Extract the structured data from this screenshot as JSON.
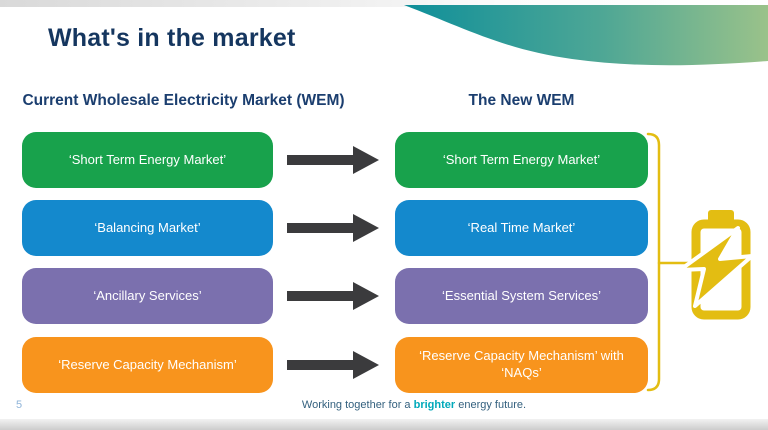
{
  "slide": {
    "title": "What's in the market",
    "page_number": "5"
  },
  "headings": {
    "left": "Current Wholesale Electricity Market (WEM)",
    "right": "The New WEM"
  },
  "rows": [
    {
      "left": "‘Short Term Energy Market’",
      "right": "‘Short Term Energy Market’",
      "color": "#18a24c"
    },
    {
      "left": "‘Balancing Market’",
      "right": "‘Real Time Market’",
      "color": "#1489cd"
    },
    {
      "left": "‘Ancillary Services’",
      "right": "‘Essential System Services’",
      "color": "#7b70ae"
    },
    {
      "left": "‘Reserve Capacity Mechanism’",
      "right": "‘Reserve Capacity Mechanism’ with ‘NAQs’",
      "color": "#f8941d"
    }
  ],
  "footer": {
    "prefix": "Working together for a ",
    "highlight": "brighter",
    "suffix": " energy future.",
    "highlight_color": "#00a9ba"
  },
  "icons": {
    "right_arrow": "right-arrow-icon",
    "battery_charging": "battery-charging-icon",
    "grouping_bracket": "grouping-bracket"
  },
  "colors": {
    "title_text": "#15365f",
    "heading_text": "#1b3e6f",
    "box_text": "#ffffff",
    "arrow": "#3b3b3d",
    "battery_yellow": "#e3bd12",
    "swoosh_teal": "#0f8f9a",
    "swoosh_sage": "#9ac28a",
    "footer_text": "#33607e",
    "page_number_text": "#8fb4d9"
  }
}
